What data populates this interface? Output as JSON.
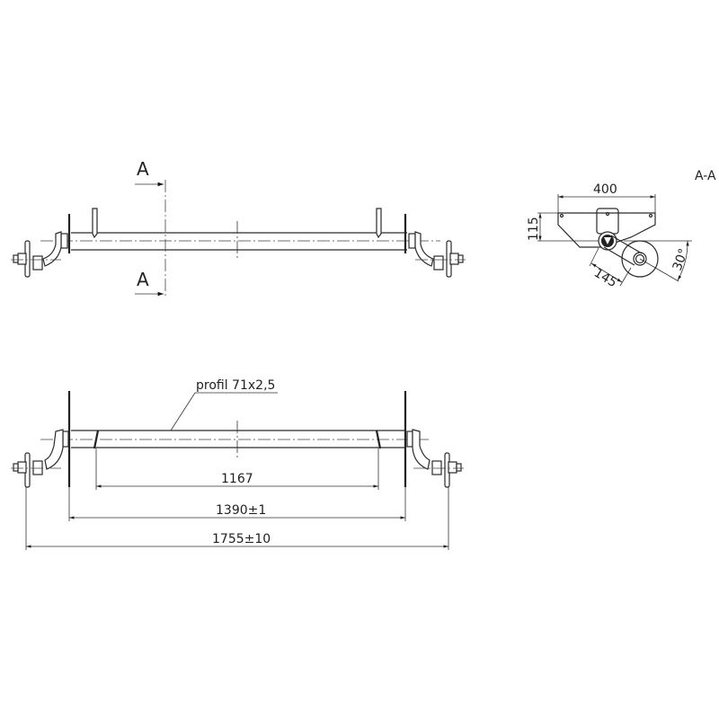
{
  "drawing": {
    "section_title": "A-A",
    "section_marker_top": "A",
    "section_marker_bottom": "A",
    "leader_label": "profil 71x2,5",
    "dimensions": {
      "inner_length": "1167",
      "flange_distance": "1390±1",
      "overall_length": "1755±10",
      "section_width": "400",
      "section_height": "115",
      "arm_length": "145",
      "arm_angle": "30°"
    }
  }
}
